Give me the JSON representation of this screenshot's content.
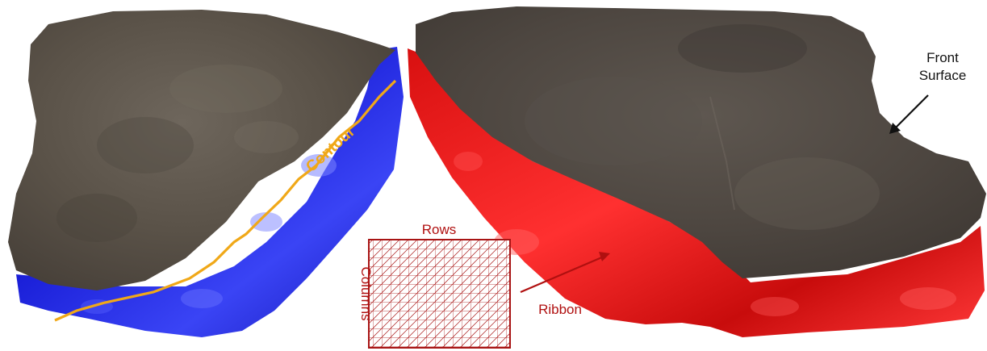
{
  "labels": {
    "contour": "Contour",
    "front_surface_line1": "Front",
    "front_surface_line2": "Surface",
    "rows": "Rows",
    "columns": "Columns",
    "ribbon": "Ribbon"
  },
  "colors": {
    "blue_ribbon": "#1e22e0",
    "red_ribbon": "#e01010",
    "surface": "#5a5249",
    "contour_line": "#f0a818",
    "annotation_red": "#b01010",
    "annotation_black": "#111111"
  }
}
